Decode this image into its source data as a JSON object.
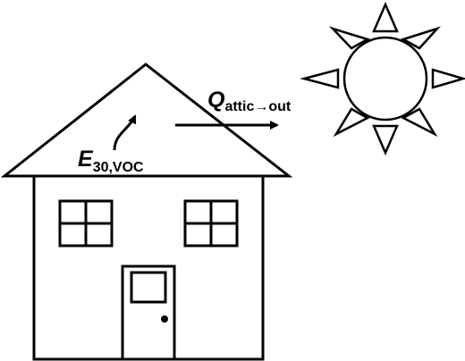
{
  "labels": {
    "q_main": "Q",
    "q_sub": "attic→out",
    "e_main": "E",
    "e_sub": "30,VOC"
  },
  "icons": {
    "house": "house-icon",
    "sun": "sun-icon"
  },
  "colors": {
    "stroke": "#000000",
    "background": "#ffffff"
  }
}
